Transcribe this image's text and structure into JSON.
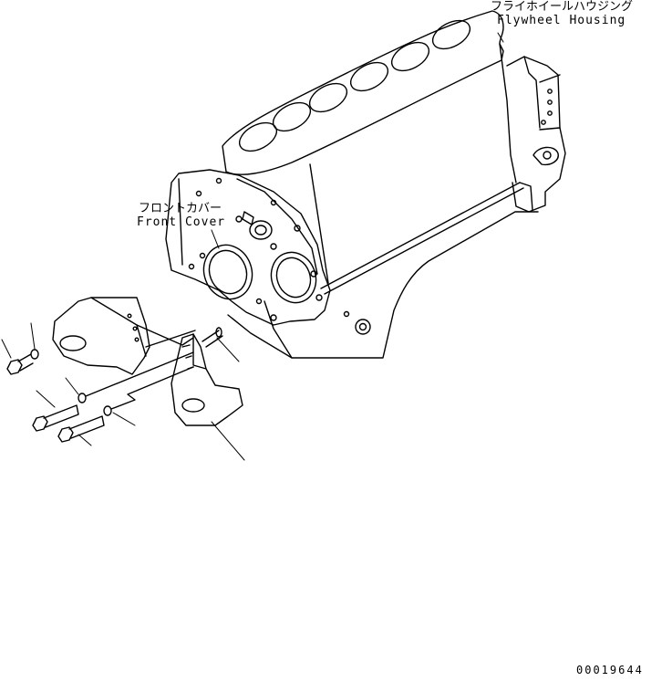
{
  "labels": {
    "flywheel_housing_jp": "フライホイールハウジング",
    "flywheel_housing_en": "Flywheel Housing",
    "front_cover_jp": "フロントカバー",
    "front_cover_en": "Front Cover"
  },
  "drawing_number": "00019644",
  "colors": {
    "line": "#000000",
    "background": "#ffffff"
  }
}
